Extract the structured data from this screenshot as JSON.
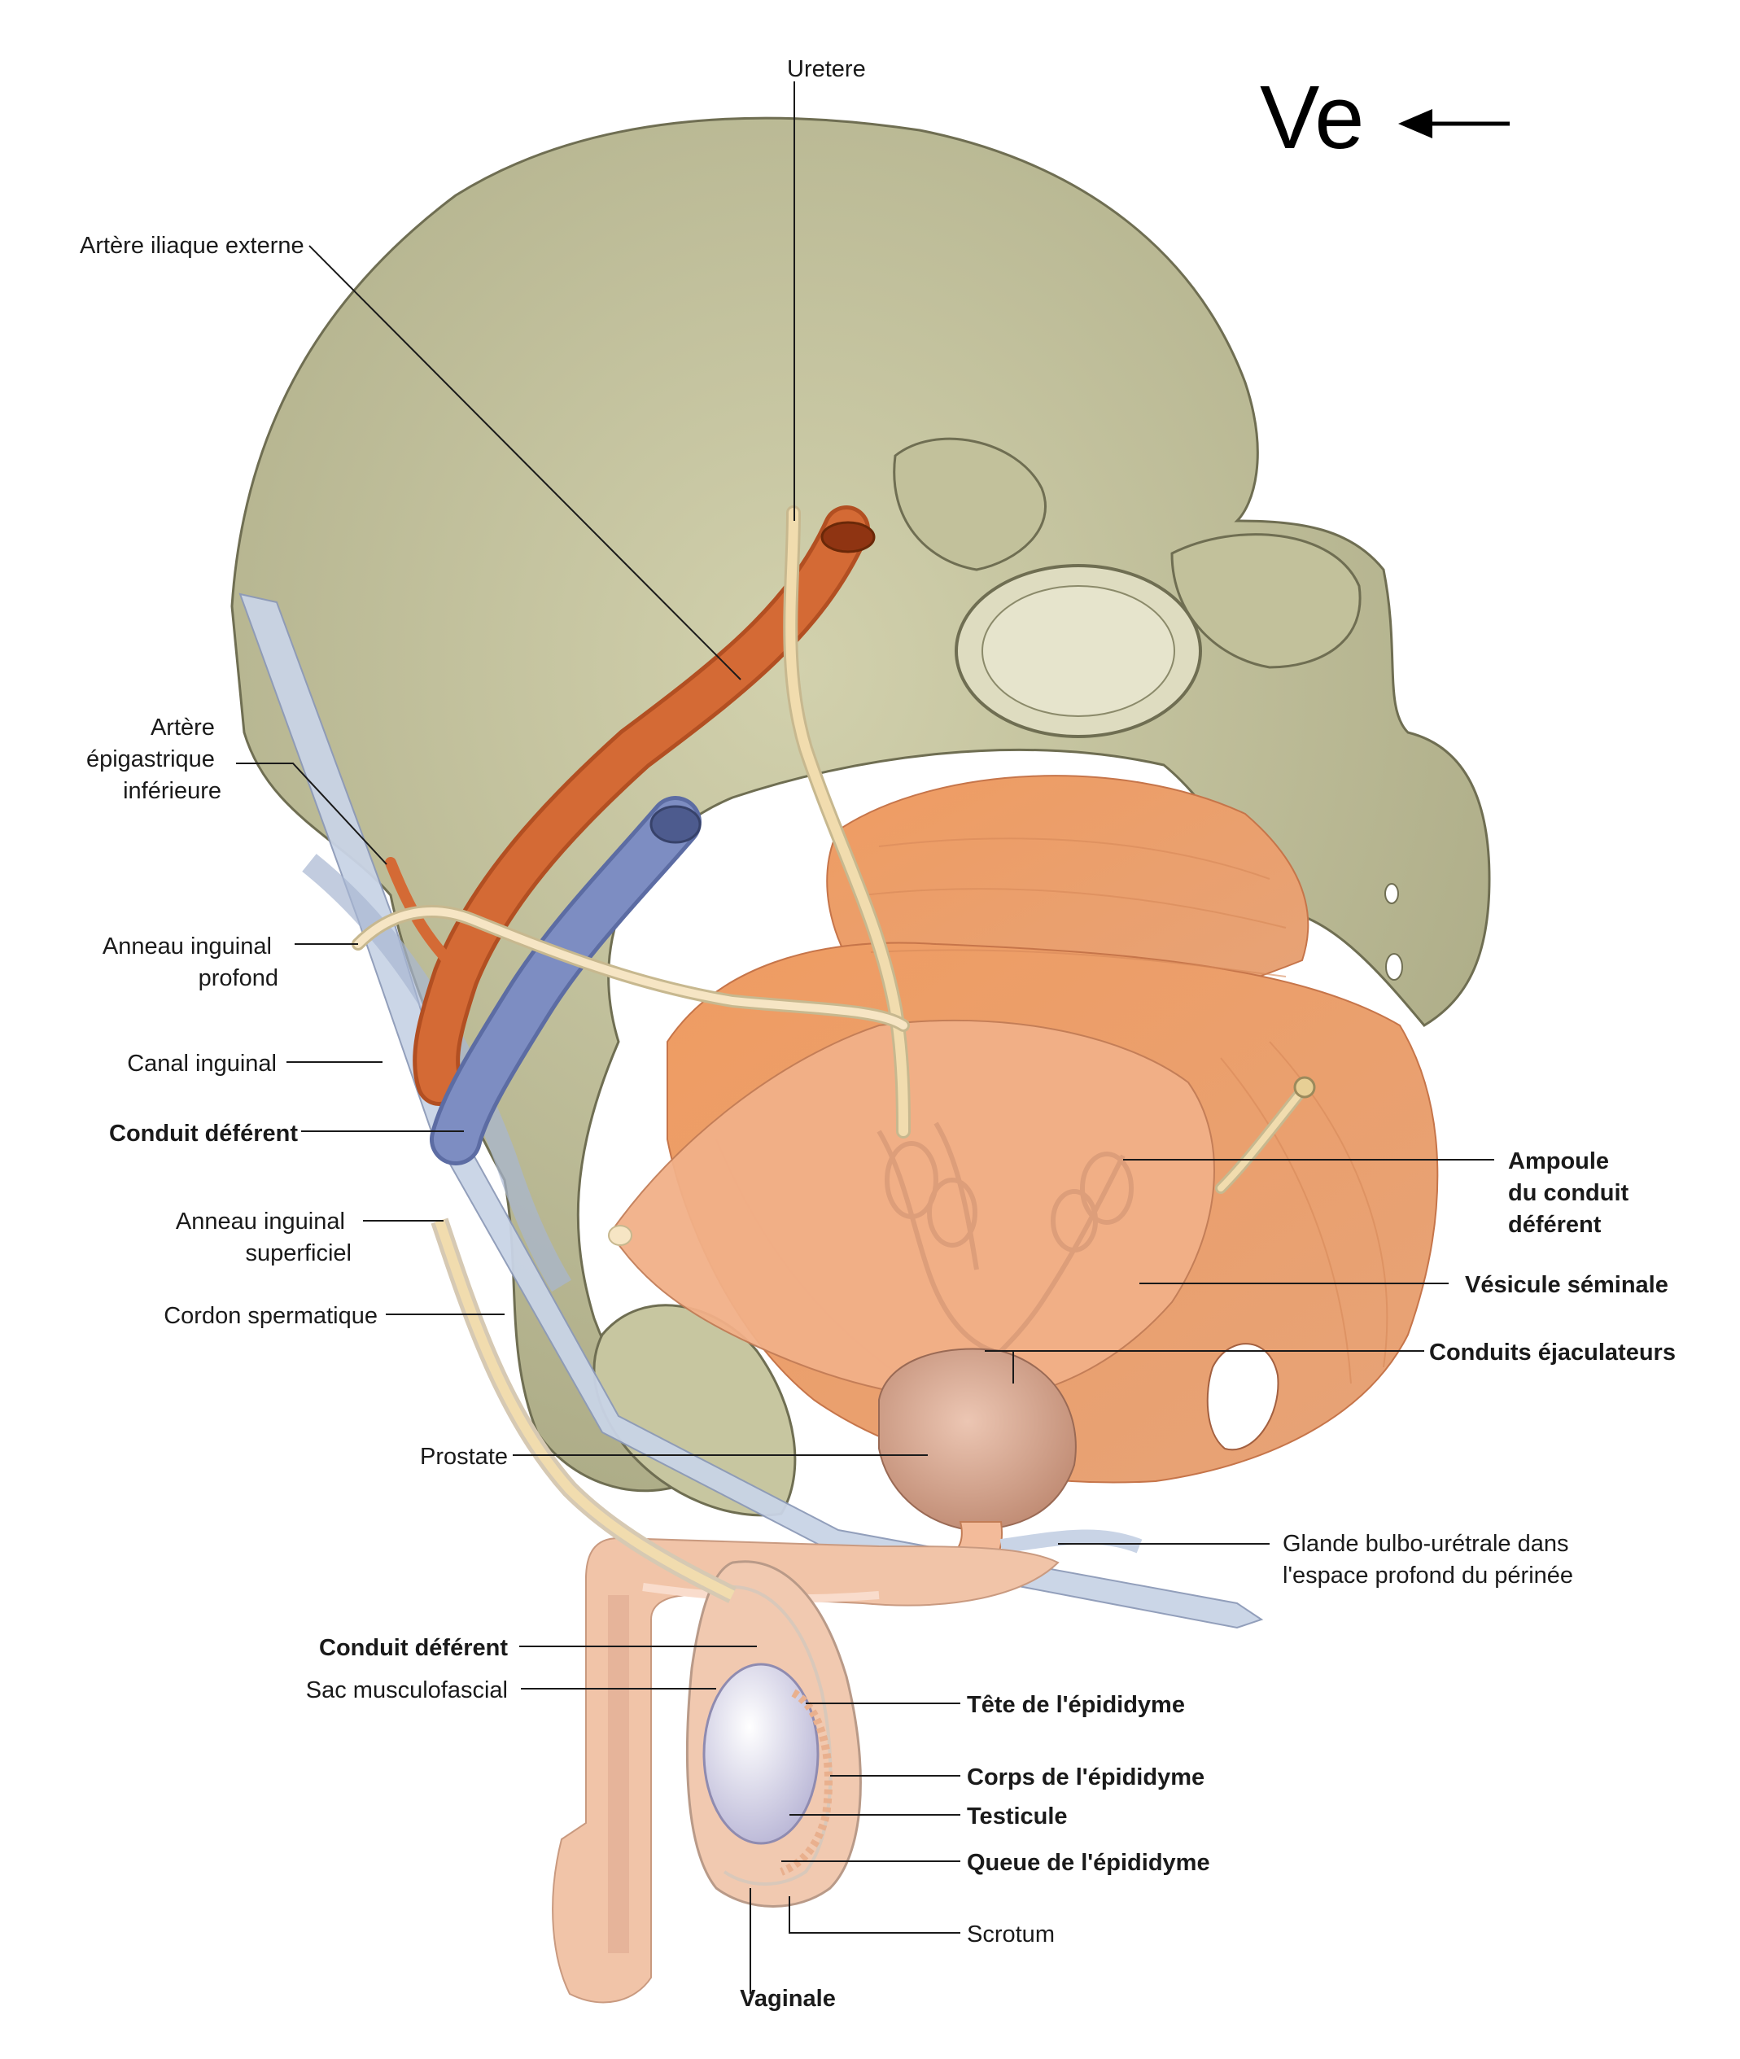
{
  "orientation": {
    "label": "Ve",
    "arrow": "←"
  },
  "labels": {
    "uretere": "Uretere",
    "artere_iliaque_externe": "Artère iliaque externe",
    "artere_epigastrique": [
      "Artère",
      "épigastrique",
      "inférieure"
    ],
    "anneau_inguinal_profond": [
      "Anneau inguinal",
      "profond"
    ],
    "canal_inguinal": "Canal inguinal",
    "conduit_deferent_top": "Conduit déférent",
    "anneau_inguinal_superficiel": [
      "Anneau inguinal",
      "superficiel"
    ],
    "cordon_spermatique": "Cordon spermatique",
    "ampoule": [
      "Ampoule",
      "du conduit",
      "déférent"
    ],
    "vesicule_seminale": "Vésicule séminale",
    "conduits_ejaculateurs": "Conduits éjaculateurs",
    "prostate": "Prostate",
    "glande_bulbo": [
      "Glande bulbo-urétrale dans",
      "l'espace profond du périnée"
    ],
    "conduit_deferent_bottom": "Conduit déférent",
    "sac_musculofascial": "Sac musculofascial",
    "tete_epididyme": "Tête de l'épididyme",
    "corps_epididyme": "Corps de l'épididyme",
    "testicule": "Testicule",
    "queue_epididyme": "Queue de l'épididyme",
    "scrotum": "Scrotum",
    "vaginale": "Vaginale"
  },
  "colors": {
    "bone": "#c8c7a2",
    "bone_dark": "#8f8e6a",
    "muscle": "#e9a070",
    "artery": "#d46a35",
    "vein": "#7d8dc2",
    "duct": "#f1dcae",
    "bladder": "#f2b088",
    "prostate": "#d9a890",
    "testis": "#e3e1ef",
    "skin": "#f1c4a8",
    "ligament": "#c9d4e6"
  }
}
